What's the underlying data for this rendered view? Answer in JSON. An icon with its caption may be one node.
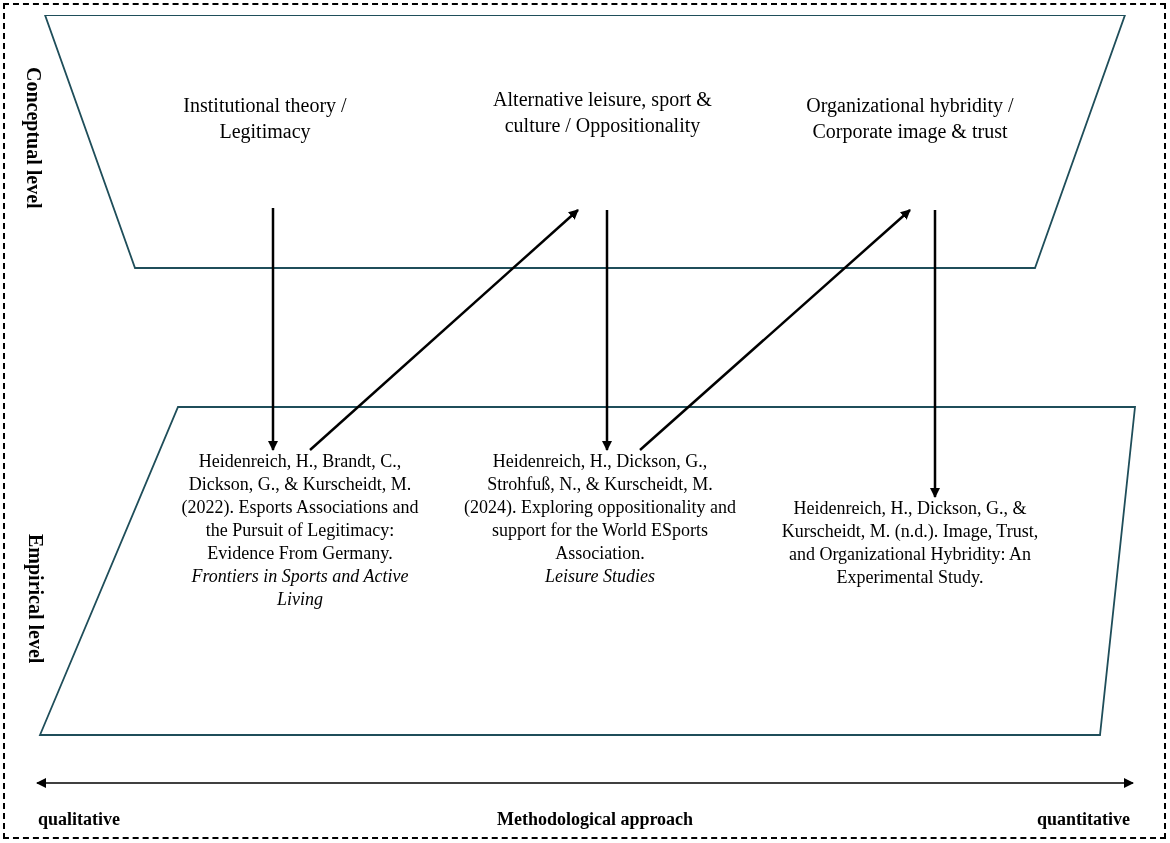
{
  "diagram": {
    "nodes": [
      {
        "text": [
          "Conceptual level"
        ]
      },
      {
        "text": [
          "Institutional theory / Legitimacy"
        ],
        "in": 0
      },
      {
        "text": [
          "Alternative leisure, sport & culture / Oppositionality"
        ],
        "in": 0
      },
      {
        "text": [
          "Organizational hybridity / Corporate image & trust"
        ],
        "in": 0
      },
      {
        "text": [
          "Empirical level"
        ]
      },
      {
        "text": [
          "Heidenreich, H., Brandt, C., Dickson, G., & Kurscheidt, M. (2022). Esports Associations and the Pursuit of Legitimacy: Evidence From Germany.",
          "Frontiers in Sports and Active Living"
        ],
        "in": 4
      },
      {
        "text": [
          "Heidenreich, H., Dickson, G., Strohfuß, N., & Kurscheidt, M. (2024). Exploring oppositionality and support for the World ESports Association.",
          "Leisure Studies"
        ],
        "in": 4
      },
      {
        "text": [
          "Heidenreich, H., Dickson, G., & Kurscheidt, M. (n.d.). Image, Trust, and Organizational Hybridity: An Experimental Study."
        ],
        "in": 4
      }
    ],
    "edges": [
      {
        "from": 1,
        "to": 5,
        "arrow": "to"
      },
      {
        "from": 5,
        "to": 2,
        "arrow": "to"
      },
      {
        "from": 2,
        "to": 6,
        "arrow": "to"
      },
      {
        "from": 6,
        "to": 3,
        "arrow": "to"
      },
      {
        "from": 3,
        "to": 7,
        "arrow": "to"
      }
    ],
    "labels": [
      "qualitative",
      "Methodological approach",
      "quantitative"
    ]
  }
}
